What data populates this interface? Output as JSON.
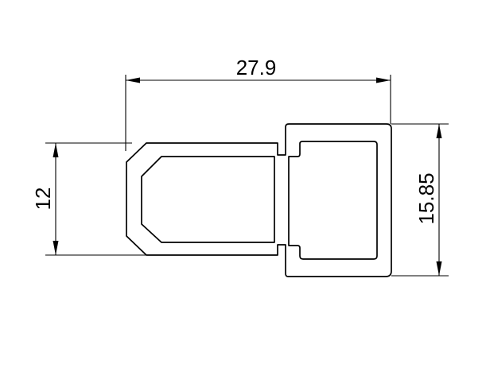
{
  "dimensions": {
    "width": "27.9",
    "left_height": "12",
    "right_height": "15.85"
  },
  "colors": {
    "line": "#000000",
    "background": "#ffffff"
  }
}
